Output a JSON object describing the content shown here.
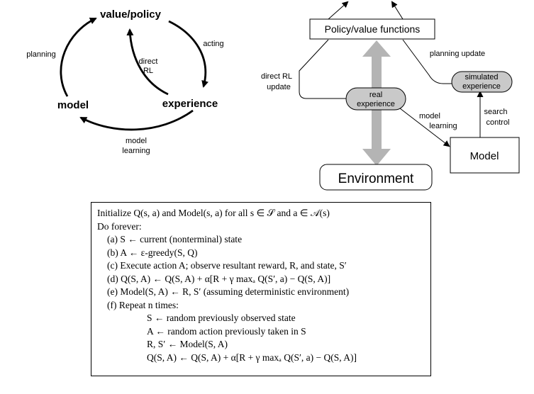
{
  "left_diagram": {
    "value_policy": "value/policy",
    "experience": "experience",
    "model": "model",
    "acting": "acting",
    "planning": "planning",
    "direct_rl_1": "direct",
    "direct_rl_2": "RL",
    "model_learning_1": "model",
    "model_learning_2": "learning"
  },
  "right_diagram": {
    "policy_value_functions": "Policy/value functions",
    "planning_update": "planning update",
    "direct_rl_update_1": "direct RL",
    "direct_rl_update_2": "update",
    "real_experience_1": "real",
    "real_experience_2": "experience",
    "simulated_experience_1": "simulated",
    "simulated_experience_2": "experience",
    "model_learning_1": "model",
    "model_learning_2": "learning",
    "search_control_1": "search",
    "search_control_2": "control",
    "model": "Model",
    "environment": "Environment"
  },
  "algorithm": {
    "l1": "Initialize Q(s, a) and Model(s, a) for all s ∈ 𝒮 and a ∈ 𝒜(s)",
    "l2": "Do forever:",
    "l3": "(a) S ← current (nonterminal) state",
    "l4": "(b) A ← ε-greedy(S, Q)",
    "l5": "(c) Execute action A; observe resultant reward, R, and state, S′",
    "l6": "(d) Q(S, A) ← Q(S, A) + α[R + γ maxₐ Q(S′, a) − Q(S, A)]",
    "l7": "(e) Model(S, A) ← R, S′ (assuming deterministic environment)",
    "l8": "(f) Repeat n times:",
    "l9": "S ← random previously observed state",
    "l10": "A ← random action previously taken in S",
    "l11": "R, S′ ← Model(S, A)",
    "l12": "Q(S, A) ← Q(S, A) + α[R + γ maxₐ Q(S′, a) − Q(S, A)]"
  }
}
